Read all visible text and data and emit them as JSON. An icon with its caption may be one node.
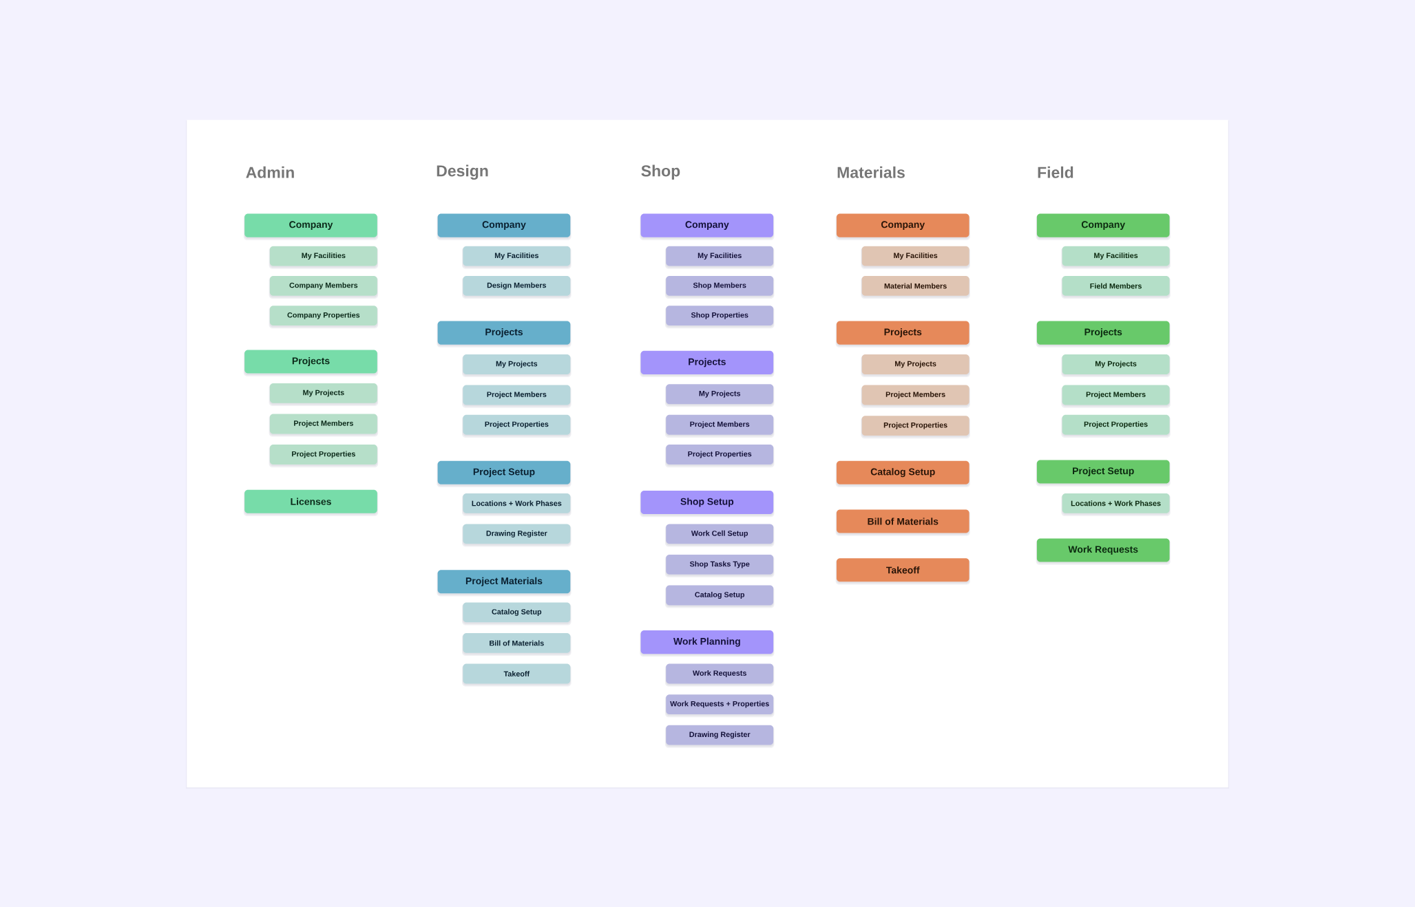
{
  "diagram": {
    "nodes": [
      {
        "text": [
          "Company"
        ]
      },
      {
        "text": [
          "My Facilities"
        ]
      },
      {
        "text": [
          "Company Members"
        ]
      },
      {
        "text": [
          "Company Properties"
        ]
      },
      {
        "text": [
          "Projects"
        ]
      },
      {
        "text": [
          "My Projects"
        ]
      },
      {
        "text": [
          "Project Members"
        ]
      },
      {
        "text": [
          "Project Properties"
        ]
      },
      {
        "text": [
          "Licenses"
        ]
      },
      {
        "text": [
          "Company"
        ]
      },
      {
        "text": [
          "My Facilities"
        ]
      },
      {
        "text": [
          "Design Members"
        ]
      },
      {
        "text": [
          "Projects"
        ]
      },
      {
        "text": [
          "My Projects"
        ]
      },
      {
        "text": [
          "Project Members"
        ]
      },
      {
        "text": [
          "Project Properties"
        ]
      },
      {
        "text": [
          "Project Setup"
        ]
      },
      {
        "text": [
          "Locations + Work Phases"
        ]
      },
      {
        "text": [
          "Drawing Register"
        ]
      },
      {
        "text": [
          "Project Materials"
        ]
      },
      {
        "text": [
          "Catalog Setup"
        ]
      },
      {
        "text": [
          "Bill of Materials"
        ]
      },
      {
        "text": [
          "Takeoff"
        ]
      },
      {
        "text": [
          "Company"
        ]
      },
      {
        "text": [
          "My Facilities"
        ]
      },
      {
        "text": [
          "Shop Members"
        ]
      },
      {
        "text": [
          "Shop Properties"
        ]
      },
      {
        "text": [
          "Projects"
        ]
      },
      {
        "text": [
          "My Projects"
        ]
      },
      {
        "text": [
          "Project Members"
        ]
      },
      {
        "text": [
          "Project Properties"
        ]
      },
      {
        "text": [
          "Shop Setup"
        ]
      },
      {
        "text": [
          "Work Cell Setup"
        ]
      },
      {
        "text": [
          "Shop Tasks Type"
        ]
      },
      {
        "text": [
          "Catalog Setup"
        ]
      },
      {
        "text": [
          "Work Planning"
        ]
      },
      {
        "text": [
          "Work Requests"
        ]
      },
      {
        "text": [
          "Work Requests + Properties"
        ]
      },
      {
        "text": [
          "Drawing Register"
        ]
      },
      {
        "text": [
          "Company"
        ]
      },
      {
        "text": [
          "My Facilities"
        ]
      },
      {
        "text": [
          "Material Members"
        ]
      },
      {
        "text": [
          "Projects"
        ]
      },
      {
        "text": [
          "My Projects"
        ]
      },
      {
        "text": [
          "Project Members"
        ]
      },
      {
        "text": [
          "Project Properties"
        ]
      },
      {
        "text": [
          "Catalog Setup"
        ]
      },
      {
        "text": [
          "Bill of Materials"
        ]
      },
      {
        "text": [
          "Takeoff"
        ]
      },
      {
        "text": [
          "Company"
        ]
      },
      {
        "text": [
          "My Facilities"
        ]
      },
      {
        "text": [
          "Field Members"
        ]
      },
      {
        "text": [
          "Projects"
        ]
      },
      {
        "text": [
          "My Projects"
        ]
      },
      {
        "text": [
          "Project Members"
        ]
      },
      {
        "text": [
          "Project Properties"
        ]
      },
      {
        "text": [
          "Project Setup"
        ]
      },
      {
        "text": [
          "Locations + Work Phases"
        ]
      },
      {
        "text": [
          "Work Requests"
        ]
      }
    ],
    "labels": [
      "Admin",
      "Design",
      "Shop",
      "Materials",
      "Field"
    ]
  }
}
